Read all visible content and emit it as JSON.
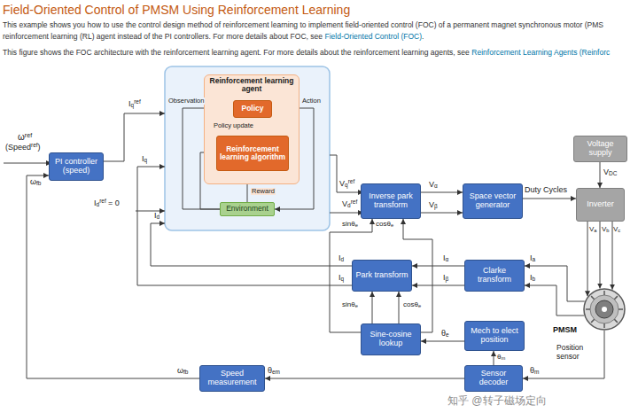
{
  "diagram": {
    "title": "Field-Oriented Control of PMSM Using Reinforcement Learning",
    "nodes": [
      {
        "text": [
          "Reinforcement learning agent"
        ]
      },
      {
        "text": [
          "Policy"
        ],
        "in": 0
      },
      {
        "text": [
          "Reinforcement learning algorithm"
        ],
        "in": 0
      },
      {
        "text": [
          "Environment"
        ]
      },
      {
        "text": [
          "PI controller (speed)"
        ]
      },
      {
        "text": [
          "Inverse park transform"
        ]
      },
      {
        "text": [
          "Space vector generator"
        ]
      },
      {
        "text": [
          "Voltage supply"
        ]
      },
      {
        "text": [
          "Inverter"
        ]
      },
      {
        "text": [
          "Clarke transform"
        ]
      },
      {
        "text": [
          "Park transform"
        ]
      },
      {
        "text": [
          "Sine-cosine lookup"
        ]
      },
      {
        "text": [
          "Mech to elect position"
        ]
      },
      {
        "text": [
          "PMSM"
        ]
      },
      {
        "text": [
          "Sensor decoder"
        ]
      },
      {
        "text": [
          "Speed measurement"
        ]
      }
    ],
    "edges": [
      {
        "from": 3,
        "to": 1,
        "arrow": "to",
        "label": "Observation"
      },
      {
        "from": 3,
        "to": 2,
        "arrow": "to"
      },
      {
        "from": 2,
        "to": 1,
        "arrow": "to",
        "label": "Policy update"
      },
      {
        "from": 1,
        "to": 3,
        "arrow": "to",
        "label": "Action"
      },
      {
        "from": 1,
        "to": 2,
        "arrow": "to"
      },
      {
        "from": 3,
        "to": 2,
        "arrow": "to",
        "label": "Reward"
      },
      {
        "from": 5,
        "to": 6,
        "arrow": "to"
      },
      {
        "from": 5,
        "to": 6,
        "arrow": "to"
      },
      {
        "from": 6,
        "to": 8,
        "arrow": "to"
      },
      {
        "from": 7,
        "to": 8,
        "arrow": "to"
      },
      {
        "from": 8,
        "to": 13,
        "arrow": "to"
      },
      {
        "from": 8,
        "to": 13,
        "arrow": "to"
      },
      {
        "from": 8,
        "to": 13,
        "arrow": "to"
      },
      {
        "from": 13,
        "to": 9,
        "arrow": "to"
      },
      {
        "from": 13,
        "to": 9,
        "arrow": "to"
      },
      {
        "from": 9,
        "to": 10,
        "arrow": "to"
      },
      {
        "from": 9,
        "to": 10,
        "arrow": "to"
      },
      {
        "from": 11,
        "to": 10,
        "arrow": "to"
      },
      {
        "from": 11,
        "to": 10,
        "arrow": "to"
      },
      {
        "from": 11,
        "to": 5,
        "arrow": "to"
      },
      {
        "from": 11,
        "to": 5,
        "arrow": "to"
      },
      {
        "from": 12,
        "to": 11,
        "arrow": "to"
      },
      {
        "from": 14,
        "to": 12,
        "arrow": "to"
      },
      {
        "from": 13,
        "to": 14,
        "arrow": "to"
      },
      {
        "from": 14,
        "to": 15,
        "arrow": "to"
      },
      {
        "from": 15,
        "to": 4,
        "arrow": "to"
      }
    ],
    "labels": [
      "This example shows you how to use the control design method of reinforcement learning to implement field-oriented control (FOC) of a permanent magnet synchronous motor (PMS",
      "reinforcement learning (RL) agent instead of the PI controllers. For more details about FOC, see",
      "Field-Oriented Control (FOC)",
      ".",
      "This figure shows the FOC architecture with the reinforcement learning agent. For more details about the reinforcement learning agents, see",
      "Reinforcement Learning Agents (Reinforc",
      "ω",
      "ref",
      "(Speed",
      "ref",
      ")",
      "ω",
      "fb",
      "I",
      "q",
      "ref",
      "I",
      "q",
      "I",
      "d",
      "ref",
      "= 0",
      "I",
      "d",
      "V",
      "q",
      "ref",
      "V",
      "d",
      "ref",
      "V",
      "α",
      "V",
      "β",
      "Duty Cycles",
      "V",
      "DC",
      "V",
      "a",
      "V",
      "b",
      "V",
      "c",
      "sinθ",
      "e",
      "cosθ",
      "e",
      "I",
      "d",
      "I",
      "q",
      "I",
      "α",
      "I",
      "β",
      "I",
      "a",
      "I",
      "b",
      "sinθ",
      "e",
      "cosθ",
      "e",
      "θ",
      "e",
      "θ",
      "m",
      "θ",
      "m",
      "θ",
      "em",
      "ω",
      "fb",
      "Position sensor",
      "知乎 @转子磁场定向"
    ]
  }
}
